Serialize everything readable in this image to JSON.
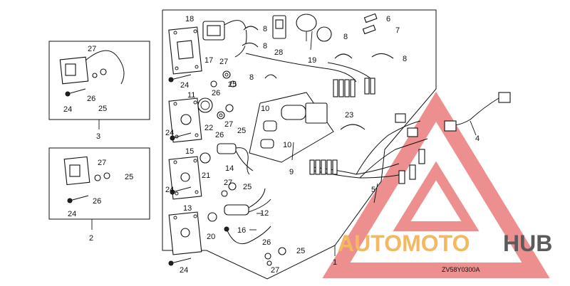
{
  "callouts": [
    {
      "id": "l18",
      "text": "18"
    },
    {
      "id": "l17",
      "text": "17"
    },
    {
      "id": "l24a",
      "text": "24"
    },
    {
      "id": "l27a",
      "text": "27"
    },
    {
      "id": "l25a",
      "text": "25"
    },
    {
      "id": "l26a",
      "text": "26"
    },
    {
      "id": "l11",
      "text": "11"
    },
    {
      "id": "l22",
      "text": "22"
    },
    {
      "id": "l26b",
      "text": "26"
    },
    {
      "id": "l27b",
      "text": "27"
    },
    {
      "id": "l25b",
      "text": "25"
    },
    {
      "id": "l24b",
      "text": "24"
    },
    {
      "id": "l15",
      "text": "15"
    },
    {
      "id": "l21",
      "text": "21"
    },
    {
      "id": "l14",
      "text": "14"
    },
    {
      "id": "l24c",
      "text": "24"
    },
    {
      "id": "l27c",
      "text": "27"
    },
    {
      "id": "l25c",
      "text": "25"
    },
    {
      "id": "l13",
      "text": "13"
    },
    {
      "id": "l20",
      "text": "20"
    },
    {
      "id": "l16",
      "text": "16"
    },
    {
      "id": "l12",
      "text": "12"
    },
    {
      "id": "l24d",
      "text": "24"
    },
    {
      "id": "l26c",
      "text": "26"
    },
    {
      "id": "l25d",
      "text": "25"
    },
    {
      "id": "l27d",
      "text": "27"
    },
    {
      "id": "l1",
      "text": "1"
    },
    {
      "id": "l8a",
      "text": "8"
    },
    {
      "id": "l8b",
      "text": "8"
    },
    {
      "id": "l28",
      "text": "28"
    },
    {
      "id": "l19",
      "text": "19"
    },
    {
      "id": "l6",
      "text": "6"
    },
    {
      "id": "l7",
      "text": "7"
    },
    {
      "id": "l8c",
      "text": "8"
    },
    {
      "id": "l8d",
      "text": "8"
    },
    {
      "id": "l8e",
      "text": "8"
    },
    {
      "id": "l10a",
      "text": "10"
    },
    {
      "id": "l10b",
      "text": "10"
    },
    {
      "id": "l9",
      "text": "9"
    },
    {
      "id": "l23",
      "text": "23"
    },
    {
      "id": "l5",
      "text": "5"
    },
    {
      "id": "l4",
      "text": "4"
    },
    {
      "id": "l27e",
      "text": "27"
    },
    {
      "id": "l26e",
      "text": "26"
    },
    {
      "id": "l25e",
      "text": "25"
    },
    {
      "id": "l24e",
      "text": "24"
    },
    {
      "id": "l3",
      "text": "3"
    },
    {
      "id": "l27f",
      "text": "27"
    },
    {
      "id": "l25f",
      "text": "25"
    },
    {
      "id": "l26f",
      "text": "26"
    },
    {
      "id": "l24f",
      "text": "24"
    },
    {
      "id": "l2",
      "text": "2"
    }
  ],
  "diagram_code": "ZV58Y0300A",
  "watermark": {
    "part1": "AUTOMOTO",
    "part2": "HUB"
  },
  "colors": {
    "watermark_orange": "#f4b860",
    "watermark_gray": "#5b5b5b",
    "watermark_red": "#e86a6a",
    "ink": "#111111"
  }
}
